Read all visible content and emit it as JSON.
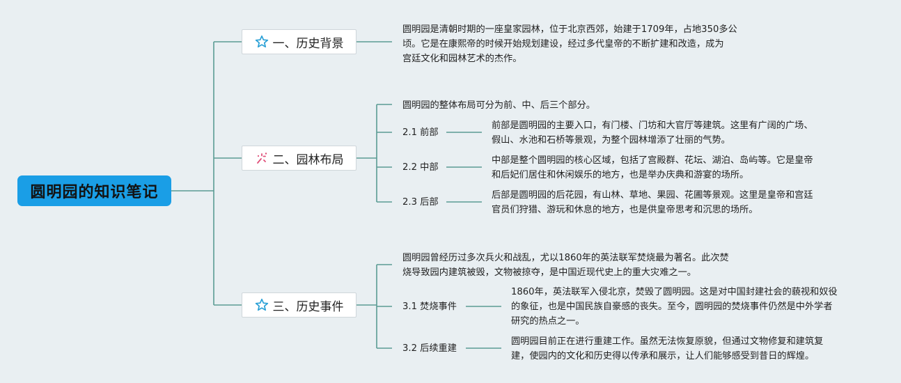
{
  "root": {
    "title": "圆明园的知识笔记"
  },
  "branches": [
    {
      "label": "一、历史背景",
      "icon": "star-icon",
      "text": "圆明园是清朝时期的一座皇家园林，位于北京西郊，始建于1709年，占地350多公\n顷。它是在康熙帝的时候开始规划建设，经过多代皇帝的不断扩建和改造，成为\n宫廷文化和园林艺术的杰作。"
    },
    {
      "label": "二、园林布局",
      "icon": "sparkle-icon",
      "intro": "圆明园的整体布局可分为前、中、后三个部分。",
      "subs": [
        {
          "label": "2.1 前部",
          "text": "前部是圆明园的主要入口，有门楼、门坊和大官厅等建筑。这里有广阔的广场、\n假山、水池和石桥等景观，为整个园林增添了壮丽的气势。"
        },
        {
          "label": "2.2 中部",
          "text": "中部是整个圆明园的核心区域，包括了宫殿群、花坛、湖泊、岛屿等。它是皇帝\n和后妃们居住和休闲娱乐的地方，也是举办庆典和游宴的场所。"
        },
        {
          "label": "2.3 后部",
          "text": "后部是圆明园的后花园，有山林、草地、果园、花圃等景观。这里是皇帝和宫廷\n官员们狩猎、游玩和休息的地方，也是供皇帝思考和沉思的场所。"
        }
      ]
    },
    {
      "label": "三、历史事件",
      "icon": "star-icon",
      "intro": "圆明园曾经历过多次兵火和战乱，尤以1860年的英法联军焚烧最为著名。此次焚\n烧导致园内建筑被毁，文物被掠夺，是中国近现代史上的重大灾难之一。",
      "subs": [
        {
          "label": "3.1 焚烧事件",
          "text": "1860年，英法联军入侵北京，焚毁了圆明园。这是对中国封建社会的藐视和奴役\n的象征，也是中国民族自豪感的丧失。至今，圆明园的焚烧事件仍然是中外学者\n研究的热点之一。"
        },
        {
          "label": "3.2 后续重建",
          "text": "圆明园目前正在进行重建工作。虽然无法恢复原貌，但通过文物修复和建筑复\n建，使园内的文化和历史得以传承和展示，让人们能够感受到昔日的辉煌。"
        }
      ]
    }
  ],
  "colors": {
    "background": "#e9eff2",
    "root_fill": "#1a9ee6",
    "connector": "#5a9b93",
    "star_icon": "#2aa0d6",
    "sparkle_icon": "#e0507a"
  }
}
